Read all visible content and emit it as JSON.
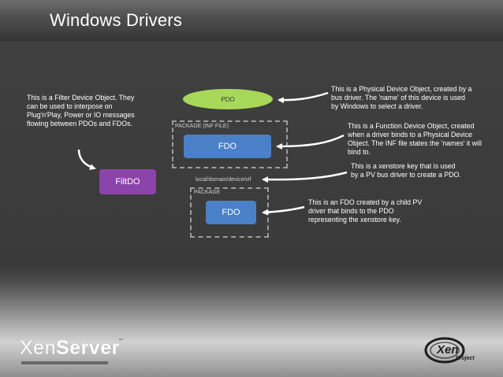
{
  "slide": {
    "title": "Windows Drivers"
  },
  "nodes": {
    "pdo": "PDO",
    "fdo_main": "FDO",
    "fdo_child": "FDO",
    "filtdo": "FiltDO"
  },
  "labels": {
    "package_inf": "PACKAGE (INF FILE)",
    "xenstore_key": "local/domain/device/vif",
    "package": "PACKAGE"
  },
  "notes": {
    "filter": "This is a Filter Device Object. They can be used to interpose on Plug'n'Play, Power or IO messages flowing between PDOs and FDOs.",
    "pdo": "This is a Physical Device Object, created by a bus driver. The 'name' of this device is used by Windows to select a driver.",
    "fdo": "This is a Function Device Object, created when a driver binds to a Physical Device Object. The INF file states the 'names' it will bind to.",
    "xenstore": "This is a xenstore key that is used by a PV bus driver to create a PDO.",
    "child_fdo": "This is an FDO created by a child PV driver that binds to the PDO representing the xenstore key."
  },
  "colors": {
    "pdo_green": "#a8d85a",
    "fdo_blue": "#4a80c8",
    "filtdo_purple": "#8b44ab",
    "text": "#ffffff"
  },
  "icons": {
    "arrow": "curved-arrow-icon"
  }
}
